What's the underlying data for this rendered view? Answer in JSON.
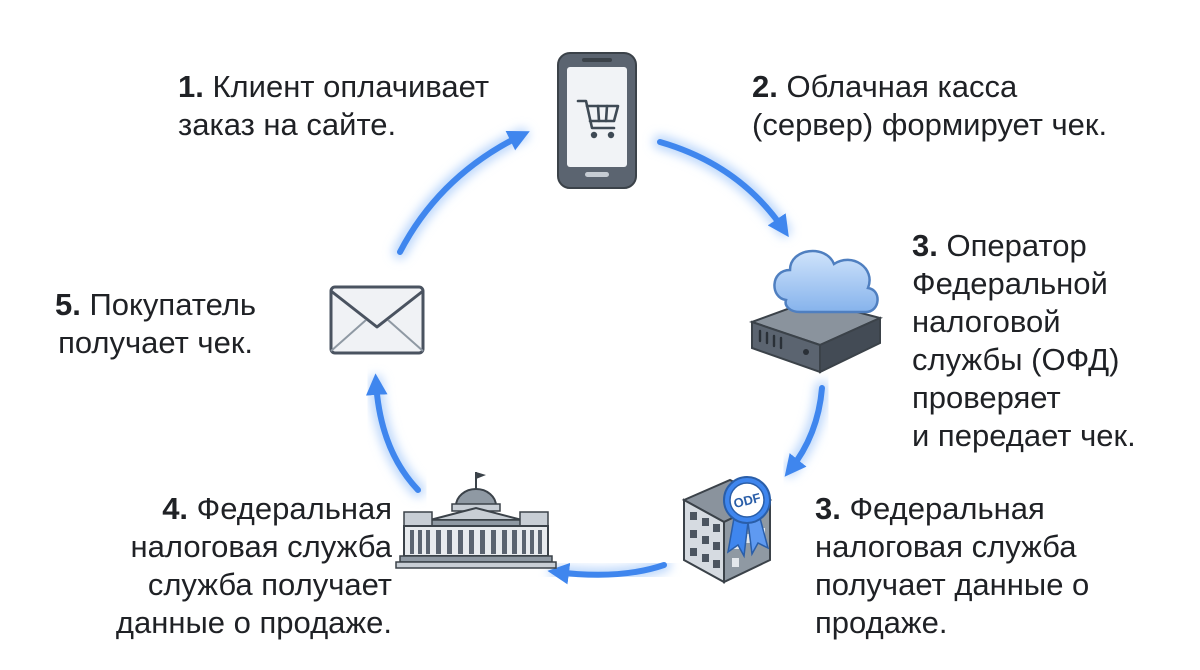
{
  "steps": [
    {
      "id": "step-1",
      "number": "1.",
      "lines": [
        "Клиент оплачивает",
        "заказ на сайте."
      ]
    },
    {
      "id": "step-2",
      "number": "2.",
      "lines": [
        "Облачная касса",
        "(сервер) формирует чек."
      ]
    },
    {
      "id": "step-3a",
      "number": "3.",
      "lines": [
        "Оператор",
        "Федеральной",
        "налоговой",
        "службы (ОФД)",
        "проверяет",
        "и передает чек."
      ]
    },
    {
      "id": "step-3b",
      "number": "3.",
      "lines": [
        "Федеральная",
        "налоговая служба",
        "получает данные о",
        "продаже."
      ]
    },
    {
      "id": "step-4",
      "number": "4.",
      "lines": [
        "Федеральная",
        "налоговая служба",
        "служба получает",
        "данные о продаже."
      ]
    },
    {
      "id": "step-5",
      "number": "5.",
      "lines": [
        "Покупатель",
        "получает чек."
      ]
    }
  ],
  "icons": {
    "phone": "smartphone-cart-icon",
    "cloud_server": "cloud-server-icon",
    "office_building": "office-building-seal-icon",
    "government": "government-building-icon",
    "envelope": "envelope-icon"
  },
  "badge_text": "ODF",
  "colors": {
    "arrow": "#3f86ee",
    "arrow_glow": "#bcd7fb",
    "text": "#1f2125"
  }
}
